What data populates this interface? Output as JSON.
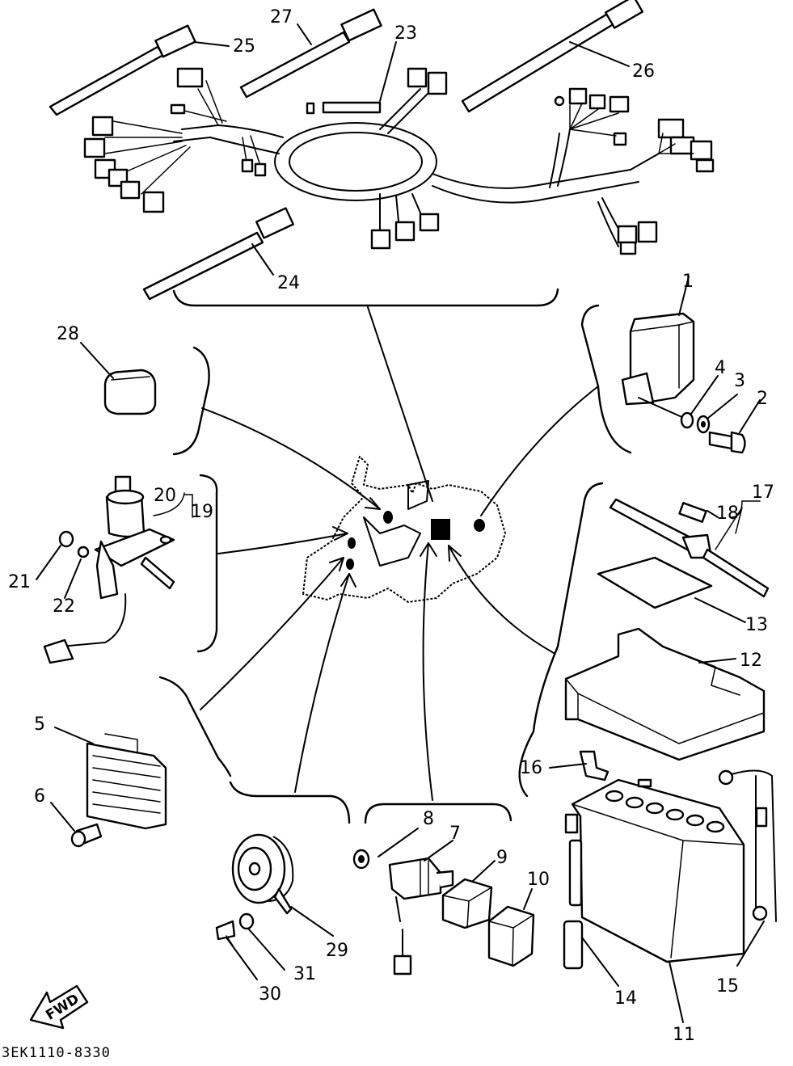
{
  "diagram": {
    "code": "3EK1110-8330",
    "direction_label": "FWD",
    "callouts": {
      "c1": "1",
      "c2": "2",
      "c3": "3",
      "c4": "4",
      "c5": "5",
      "c6": "6",
      "c7": "7",
      "c8": "8",
      "c9": "9",
      "c10": "10",
      "c11": "11",
      "c12": "12",
      "c13": "13",
      "c14": "14",
      "c15": "15",
      "c16": "16",
      "c17": "17",
      "c18": "18",
      "c19": "19",
      "c20": "20",
      "c21": "21",
      "c22": "22",
      "c23": "23",
      "c24": "24",
      "c25": "25",
      "c26": "26",
      "c27": "27",
      "c28": "28",
      "c29": "29",
      "c30": "30",
      "c31": "31"
    }
  }
}
